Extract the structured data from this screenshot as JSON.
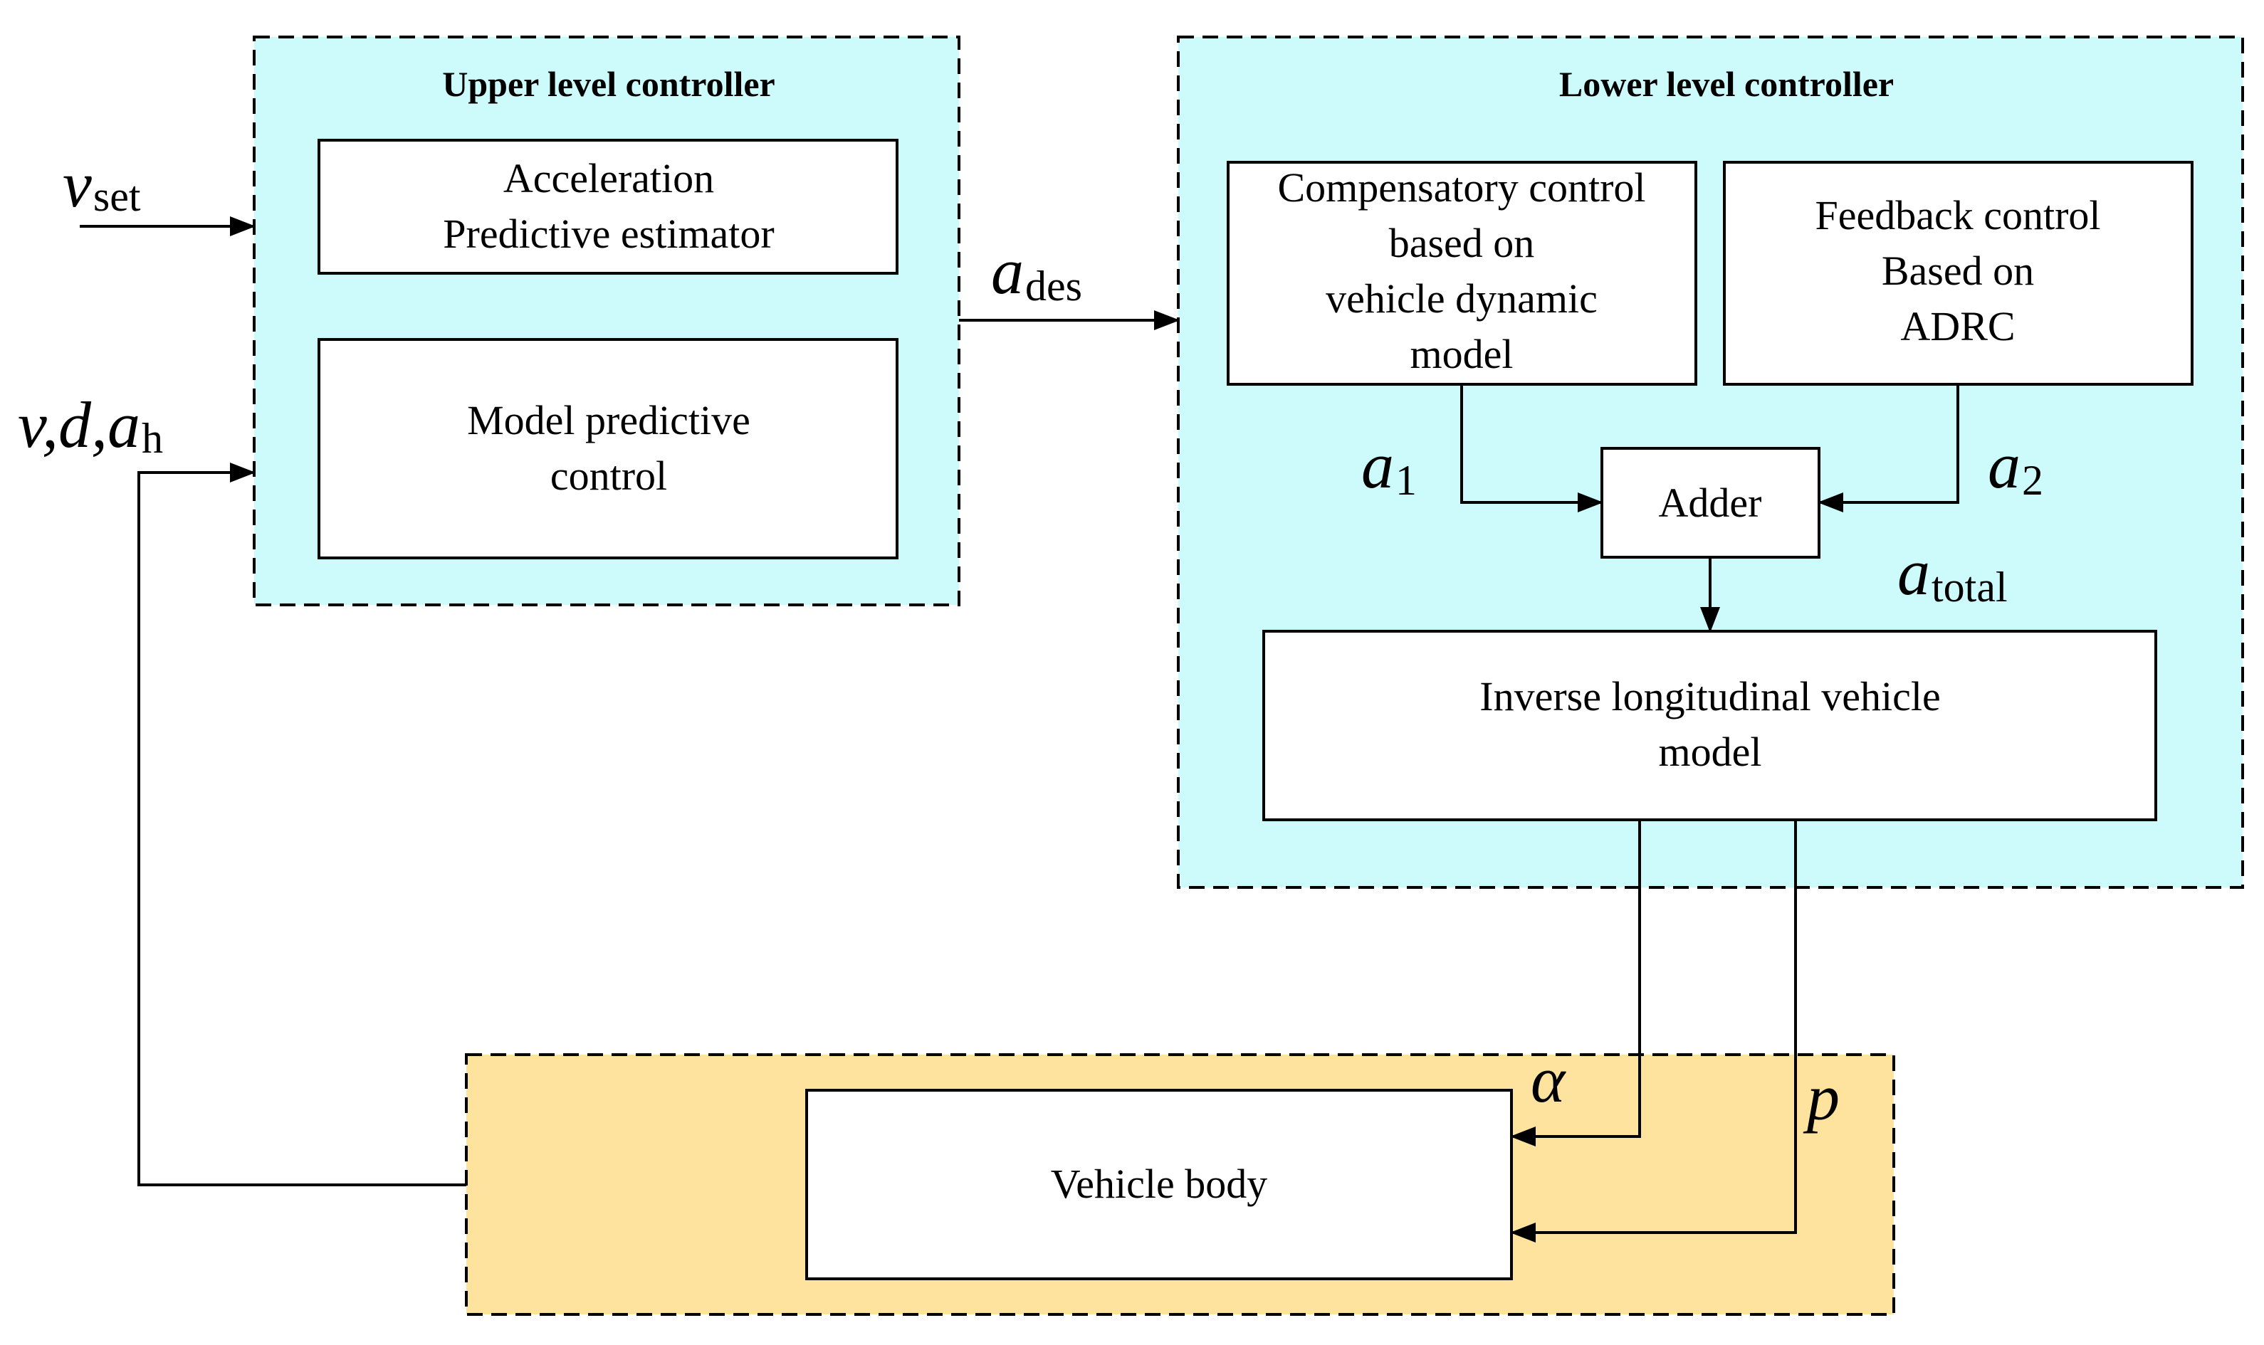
{
  "colors": {
    "upper_bg": "#cdfbfc",
    "lower_bg": "#cdfbfc",
    "vehicle_bg": "#fde39e",
    "line": "#000000",
    "box_fill": "#ffffff"
  },
  "groups": {
    "upper": {
      "title": "Upper level controller"
    },
    "lower": {
      "title": "Lower level controller"
    }
  },
  "blocks": {
    "acceleration_estimator": {
      "line1": "Acceleration",
      "line2": "Predictive estimator"
    },
    "mpc": {
      "line1": "Model predictive",
      "line2": "control"
    },
    "compensatory": {
      "line1": "Compensatory control",
      "line2": "based on",
      "line3": "vehicle dynamic",
      "line4": "model"
    },
    "feedback": {
      "line1": "Feedback control",
      "line2": "Based on",
      "line3": "ADRC"
    },
    "adder": {
      "label": "Adder"
    },
    "inverse_model": {
      "line1": "Inverse longitudinal vehicle",
      "line2": "model"
    },
    "vehicle_body": {
      "label": "Vehicle body"
    }
  },
  "signals": {
    "v_set": {
      "symbol": "v",
      "sub": "set"
    },
    "feedback_vars": {
      "prefix": "v,d,",
      "symbol": "a",
      "sub": "h"
    },
    "a_des": {
      "symbol": "a",
      "sub": "des"
    },
    "a1": {
      "symbol": "a",
      "sub": "1"
    },
    "a2": {
      "symbol": "a",
      "sub": "2"
    },
    "a_total": {
      "symbol": "a",
      "sub": "total"
    },
    "alpha": {
      "symbol": "α"
    },
    "p": {
      "symbol": "p"
    }
  }
}
